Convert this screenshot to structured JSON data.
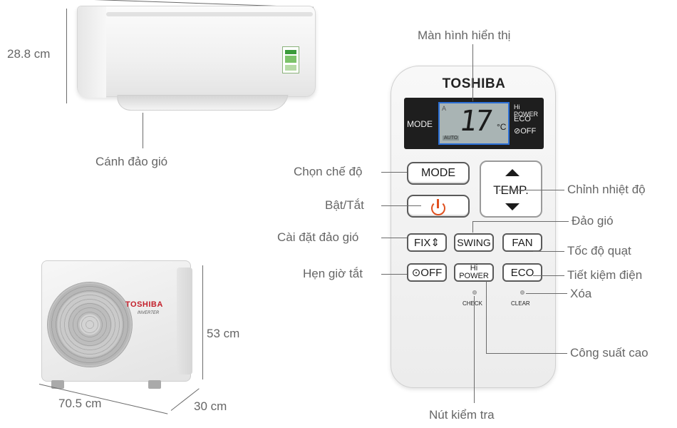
{
  "indoor_unit": {
    "height_label": "28.8 cm",
    "flap_label": "Cánh đảo gió"
  },
  "outdoor_unit": {
    "brand": "TOSHIBA",
    "sub_brand": "INVERTER",
    "height_label": "53 cm",
    "width_label": "70.5 cm",
    "depth_label": "30 cm"
  },
  "remote": {
    "brand": "TOSHIBA",
    "lcd": {
      "mode": "MODE",
      "a": "A",
      "temperature": "17",
      "unit": "°C",
      "auto": "AUTO",
      "hi_power": "Hi POWER",
      "eco": "ECO",
      "off": "⊘OFF"
    },
    "buttons": {
      "mode": "MODE",
      "temp": "TEMP.",
      "fix": "FIX⇕",
      "swing": "SWING",
      "fan": "FAN",
      "off_timer": "⊙OFF",
      "hi_power": "Hi POWER",
      "eco": "ECO"
    },
    "check": "CHECK",
    "clear": "CLEAR"
  },
  "callouts": {
    "display": "Màn hình hiển thị",
    "mode": "Chọn chế độ",
    "power": "Bật/Tắt",
    "fix": "Cài đặt đảo gió",
    "timer_off": "Hẹn giờ tắt",
    "temp": "Chỉnh nhiệt độ",
    "swing": "Đảo gió",
    "fan": "Tốc độ quạt",
    "eco": "Tiết kiệm điện",
    "clear": "Xóa",
    "hi_power": "Công suất cao",
    "check": "Nút kiểm tra"
  },
  "colors": {
    "power_accent": "#e0501f",
    "lcd_highlight": "#2b6fd6",
    "brand_red": "#c3202b"
  }
}
